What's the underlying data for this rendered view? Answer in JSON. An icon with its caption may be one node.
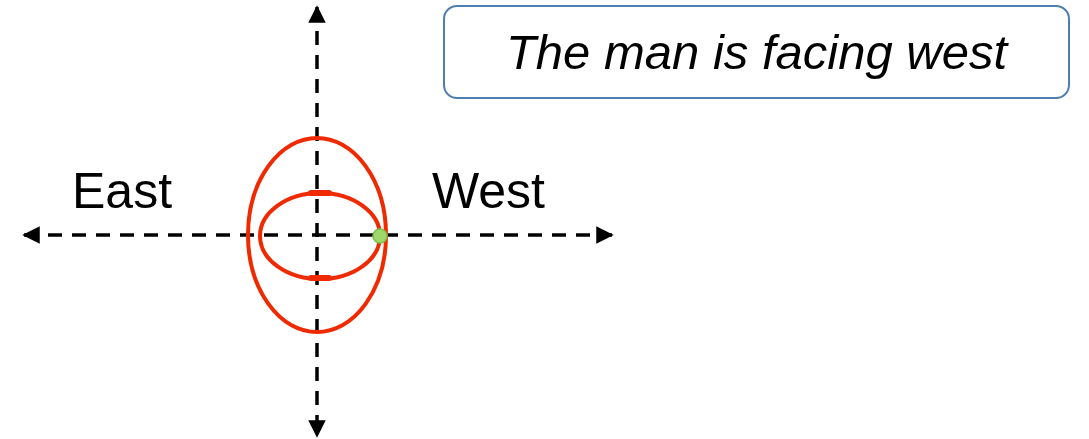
{
  "diagram": {
    "nodes": [
      {
        "text": [
          "The man is facing west"
        ]
      }
    ],
    "labels": [
      "East",
      "West"
    ]
  }
}
